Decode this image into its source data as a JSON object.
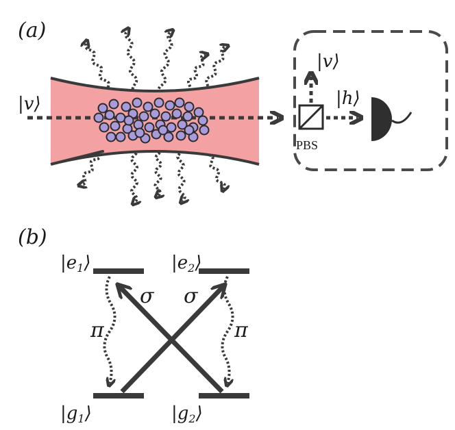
{
  "panel_a": {
    "label": "(a)",
    "input_state": "|v⟩",
    "output_v": "|v⟩",
    "output_h": "|h⟩",
    "pbs_label": "PBS",
    "colors": {
      "beam": "#f4a1a3",
      "atom_fill": "#a89bdc",
      "atom_stroke": "#2b2b2b",
      "line": "#3a3a3a"
    }
  },
  "panel_b": {
    "label": "(b)",
    "level_e1": "|e",
    "level_e1_sub": "1",
    "level_e2": "|e",
    "level_e2_sub": "2",
    "level_g1": "|g",
    "level_g1_sub": "1",
    "level_g2": "|g",
    "level_g2_sub": "2",
    "ket_close": "⟩",
    "sigma_left": "σ",
    "sigma_right": "σ",
    "pi_left": "π",
    "pi_right": "π"
  }
}
